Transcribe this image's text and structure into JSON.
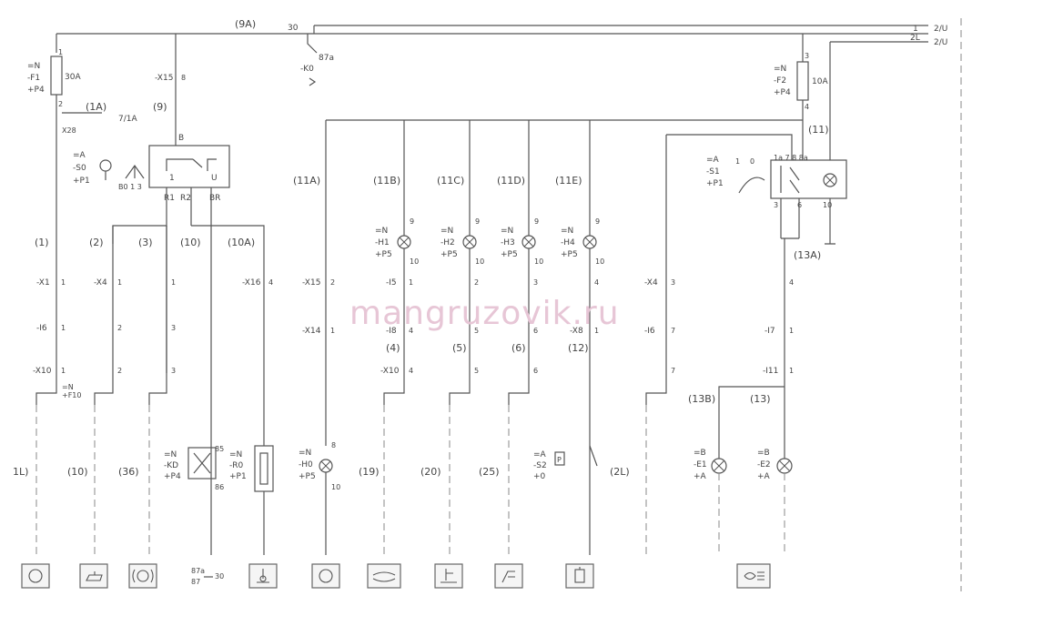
{
  "watermark": "mangruzovik.ru",
  "top_right": {
    "line1": "2/U",
    "line2": "2/U",
    "t1": "1",
    "t2": "2L"
  },
  "circuits": {
    "c9A": "(9A)",
    "c1A": "(1A)",
    "c9": "(9)",
    "c11": "(11)",
    "c13A": "(13A)",
    "c11A": "(11A)",
    "c11B": "(11B)",
    "c11C": "(11C)",
    "c11D": "(11D)",
    "c11E": "(11E)",
    "c1": "(1)",
    "c2": "(2)",
    "c3": "(3)",
    "c10": "(10)",
    "c10A": "(10A)",
    "c4": "(4)",
    "c5": "(5)",
    "c6": "(6)",
    "c12": "(12)",
    "c13B": "(13B)",
    "c13": "(13)"
  },
  "bottom_refs": {
    "r1L": "1L)",
    "r10": "(10)",
    "r36": "(36)",
    "r19": "(19)",
    "r20": "(20)",
    "r25": "(25)",
    "r2L": "(2L)"
  },
  "relay_k0": {
    "pin30": "30",
    "pin87a": "87a",
    "name": "-K0"
  },
  "fuse_f1": {
    "eq": "=N",
    "name": "-F1",
    "loc": "+P4",
    "rating": "30A",
    "pin1": "1",
    "pin2": "2",
    "ref": "7/1A",
    "conn": "X28"
  },
  "fuse_f2": {
    "eq": "=N",
    "name": "-F2",
    "loc": "+P4",
    "rating": "10A",
    "pin3": "3",
    "pin4": "4"
  },
  "switch_s0": {
    "eq": "=A",
    "name": "-S0",
    "loc": "+P1",
    "positions": "B0 1 3",
    "pinB": "B",
    "pin1": "1",
    "pinU": "U",
    "r1": "R1",
    "r2": "R2",
    "br": "BR"
  },
  "switch_s1": {
    "eq": "=A",
    "name": "-S1",
    "loc": "+P1",
    "p1": "1",
    "p0": "0",
    "pins": "1a 7 8 8a",
    "pin3": "3",
    "pin6": "6",
    "pin10": "10"
  },
  "connector_x15_top": {
    "name": "-X15",
    "pin": "8"
  },
  "lamps": {
    "h1": {
      "eq": "=N",
      "name": "-H1",
      "loc": "+P5",
      "pin_top": "9",
      "pin_bot": "10"
    },
    "h2": {
      "eq": "=N",
      "name": "-H2",
      "loc": "+P5",
      "pin_top": "9",
      "pin_bot": "10"
    },
    "h3": {
      "eq": "=N",
      "name": "-H3",
      "loc": "+P5",
      "pin_top": "9",
      "pin_bot": "10"
    },
    "h4": {
      "eq": "=N",
      "name": "-H4",
      "loc": "+P5",
      "pin_top": "9",
      "pin_bot": "10"
    },
    "h0": {
      "eq": "=N",
      "name": "-H0",
      "loc": "+P5",
      "pin_top": "8",
      "pin_bot": "10"
    },
    "e1": {
      "eq": "=B",
      "name": "-E1",
      "loc": "+A"
    },
    "e2": {
      "eq": "=B",
      "name": "-E2",
      "loc": "+A"
    }
  },
  "connectors": {
    "x1": {
      "name": "-X1",
      "pin": "1"
    },
    "x4": {
      "name": "-X4",
      "pin": "1"
    },
    "x4b": {
      "pin": "1"
    },
    "x16": {
      "name": "-X16",
      "pin": "4"
    },
    "x15": {
      "name": "-X15",
      "pin": "2"
    },
    "i5": {
      "name": "-I5",
      "pin": "1"
    },
    "i5b": {
      "pin": "2"
    },
    "i5c": {
      "pin": "3"
    },
    "i5d": {
      "pin": "4"
    },
    "x4r": {
      "name": "-X4",
      "pin": "3"
    },
    "i6": {
      "name": "-I6",
      "pin": "1"
    },
    "i6b": {
      "pin": "2"
    },
    "i6c": {
      "pin": "3"
    },
    "x14": {
      "name": "-X14",
      "pin": "1"
    },
    "i8": {
      "name": "-I8",
      "pin": "4"
    },
    "i8b": {
      "pin": "5"
    },
    "i8c": {
      "pin": "6"
    },
    "x8": {
      "name": "-X8",
      "pin": "1"
    },
    "i6r": {
      "name": "-I6",
      "pin": "7"
    },
    "i7": {
      "name": "-I7",
      "pin": "1"
    },
    "x10": {
      "name": "-X10",
      "pin": "1"
    },
    "x10b": {
      "pin": "2"
    },
    "x10c": {
      "pin": "3"
    },
    "x10r": {
      "name": "-X10",
      "pin": "4"
    },
    "x10s": {
      "pin": "5"
    },
    "x10t": {
      "pin": "6"
    },
    "x10u": {
      "pin": "7"
    },
    "i11": {
      "name": "-I11",
      "pin": "1"
    }
  },
  "sensors": {
    "b": {
      "eq": "=N",
      "loc": "+F10"
    },
    "s2": {
      "eq": "=A",
      "name": "-S2",
      "loc": "+0",
      "box": "P"
    }
  },
  "relay_kd": {
    "eq": "=N",
    "name": "-KD",
    "loc": "+P4",
    "p85": "85",
    "p86": "86"
  },
  "resistor_r0": {
    "eq": "=N",
    "name": "-R0",
    "loc": "+P1"
  },
  "bottom_text": {
    "t87a": "87a",
    "t87": "87",
    "t30": "30"
  },
  "bottom_icons": [
    "circle-lamp-icon",
    "oil-can-icon",
    "brake-warning-icon",
    "relay-contact-icon",
    "coolant-temp-icon",
    "circle-lamp-icon",
    "oil-level-icon",
    "coolant-level-icon",
    "hand-brake-icon",
    "fuel-filter-icon",
    "headlight-icon"
  ],
  "colors": {
    "line": "#555555",
    "watermark": "#e7c6d6",
    "background": "#ffffff"
  }
}
